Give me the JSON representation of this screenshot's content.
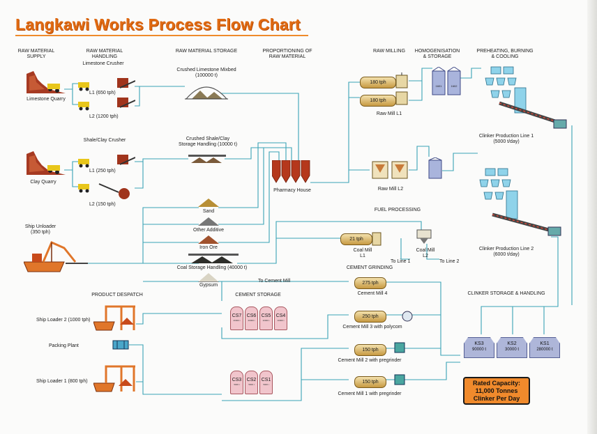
{
  "title": "Langkawi Works Process Flow Chart",
  "section_headers": {
    "raw_material_supply": [
      "RAW MATERIAL",
      "SUPPLY"
    ],
    "raw_material_handling": [
      "RAW MATERIAL",
      "HANDLING"
    ],
    "raw_material_storage": "RAW MATERIAL STORAGE",
    "proportioning": [
      "PROPORTIONING OF",
      "RAW MATERIAL"
    ],
    "raw_milling": "RAW MILLING",
    "homogenisation": [
      "HOMOGENISATION",
      "& STORAGE"
    ],
    "preheating": [
      "PREHEATING, BURNING",
      "& COOLING"
    ],
    "fuel_processing": "FUEL PROCESSING",
    "cement_grinding": "CEMENT GRINDING",
    "cement_storage": "CEMENT STORAGE",
    "product_despatch": "PRODUCT DESPATCH",
    "clinker_storage": "CLINKER STORAGE & HANDLING"
  },
  "supply": {
    "limestone_quarry": "Limestone Quarry",
    "clay_quarry": "Clay Quarry",
    "ship_unloader": [
      "Ship Unloader",
      "(350 tph)"
    ]
  },
  "handling": {
    "limestone_crusher": "Limestone Crusher",
    "l1_limestone": "L1 (650 tph)",
    "l2_limestone": "L2 (1200 tph)",
    "shale_clay_crusher": "Shale/Clay Crusher",
    "l1_clay": "L1 (250 tph)",
    "l2_clay": "L2 (150 tph)"
  },
  "storage": {
    "crushed_limestone": [
      "Crushed Limestone Mixbed",
      "(100000 t)"
    ],
    "crushed_shale": [
      "Crushed Shale/Clay",
      "Storage Handling (10000 t)"
    ],
    "sand": "Sand",
    "other_additive": "Other Additive",
    "iron_ore": "Iron Ore",
    "coal_storage": "Coal Storage Handling (40000 t)",
    "gypsum": "Gypsum",
    "to_cement_mill": "To Cement Mill"
  },
  "proportioning": {
    "pharmacy_house": "Pharmacy House"
  },
  "raw_milling": {
    "rm1_a": "180 tph",
    "rm1_b": "180 tph",
    "raw_mill_l1": "Raw Mill L1",
    "raw_mill_l2": "Raw Mill L2",
    "homo_silo_1": "1601",
    "homo_silo_2": "1602"
  },
  "clinker_lines": {
    "line1": [
      "Clinker Production Line 1",
      "(5000 t/day)"
    ],
    "line2": [
      "Clinker Production Line 2",
      "(6000 t/day)"
    ]
  },
  "fuel": {
    "coal_mill_l1_rate": "21 tph",
    "coal_mill_l1": [
      "Coal Mill",
      "L1"
    ],
    "coal_mill_l2": [
      "Coal Mill",
      "L2"
    ],
    "to_line_1": "To Line 1",
    "to_line_2": "To Line 2"
  },
  "cement_mills": {
    "cm4_rate": "275 tph",
    "cm4": "Cement Mill 4",
    "cm3_rate": "250 tph",
    "cm3": "Cement Mill 3 with polycom",
    "cm2_rate": "150 tph",
    "cm2": "Cement Mill 2 with pregrinder",
    "cm1_rate": "150 tph",
    "cm1": "Cement Mill 1 with pregrinder"
  },
  "cement_silos_top": [
    {
      "name": "CS7",
      "cap": "20000 t"
    },
    {
      "name": "CS6",
      "cap": "20000 t"
    },
    {
      "name": "CS5",
      "cap": "10000 t"
    },
    {
      "name": "CS4",
      "cap": "10000 t"
    }
  ],
  "cement_silos_bottom": [
    {
      "name": "CS3",
      "cap": "5000 t"
    },
    {
      "name": "CS2",
      "cap": "5000 t"
    },
    {
      "name": "CS1",
      "cap": "5000 t"
    }
  ],
  "clinker_stores": [
    {
      "name": "KS3",
      "cap": "90000 t"
    },
    {
      "name": "KS2",
      "cap": "30000 t"
    },
    {
      "name": "KS1",
      "cap": "280000 t"
    }
  ],
  "despatch": {
    "ship_loader_2": "Ship Loader 2 (1000 tph)",
    "packing_plant": "Packing Plant",
    "ship_loader_1": "Ship Loader 1 (800 tph)"
  },
  "rated_capacity": [
    "Rated Capacity:",
    "11,000 Tonnes",
    "Clinker Per Day"
  ],
  "colors": {
    "title": "#e06a12",
    "flow_line": "#3aa3b6",
    "silo": "#f1c5cc",
    "clinker_store": "#aeb6d9",
    "rated_box": "#f08a2c"
  }
}
